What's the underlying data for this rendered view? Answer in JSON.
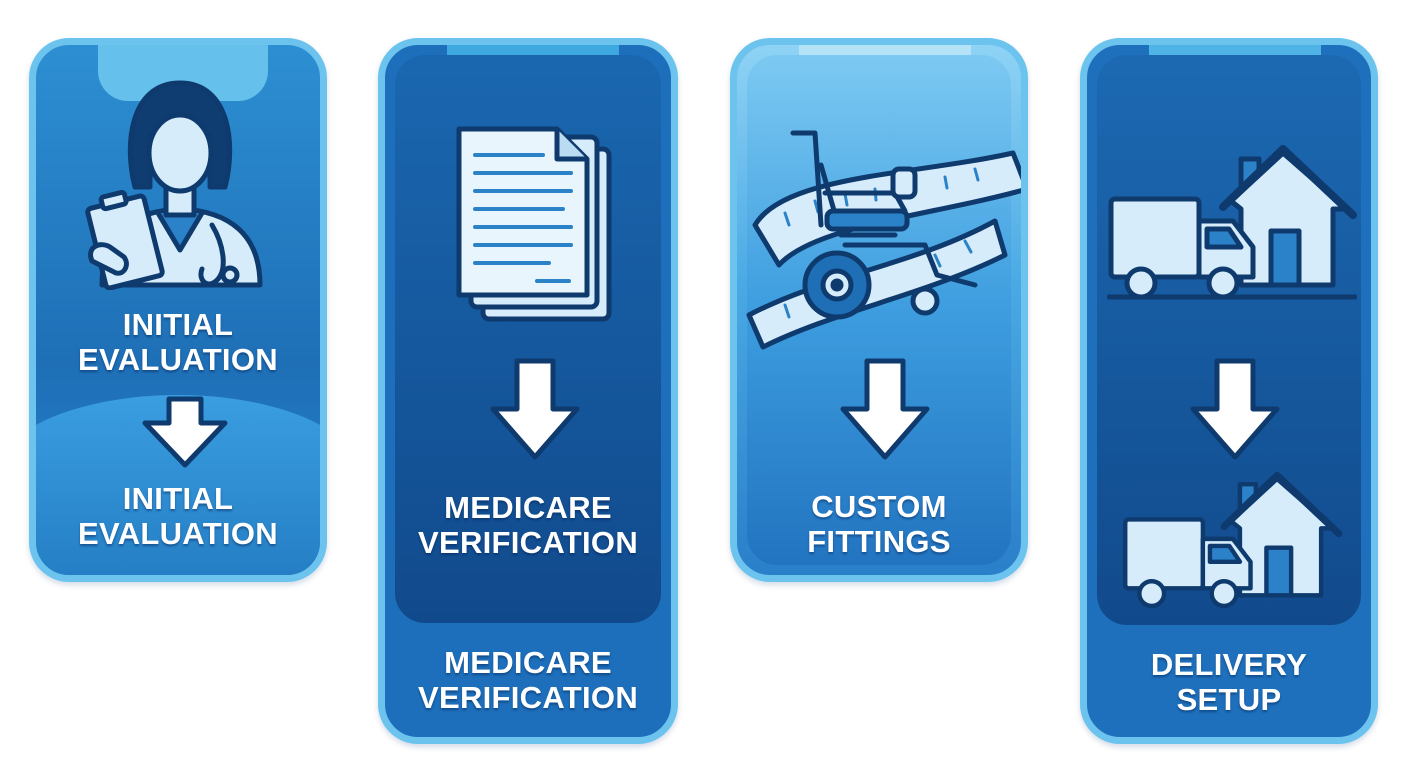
{
  "cards": [
    {
      "upper_label": [
        "INITIAL",
        "EVALUATION"
      ],
      "lower_label": [
        "INITIAL",
        "EVALUATION"
      ],
      "icon": "doctor-with-clipboard-icon"
    },
    {
      "upper_label": [
        "MEDICARE",
        "VERIFICATION"
      ],
      "lower_label": [
        "MEDICARE",
        "VERIFICATION"
      ],
      "icon": "documents-icon"
    },
    {
      "upper_label": [
        "CUSTOM",
        "FITTINGS"
      ],
      "icon": "wheelchair-measuring-tape-icon"
    },
    {
      "lower_label": [
        "DELIVERY",
        "SETUP"
      ],
      "icon": "delivery-truck-house-icon"
    }
  ],
  "colors": {
    "border": "#6cc3ee",
    "dark_blue": "#114a8c",
    "mid_blue": "#1e6fb6",
    "icon_fill": "#d6ecfa",
    "outline": "#0e3a6e"
  }
}
